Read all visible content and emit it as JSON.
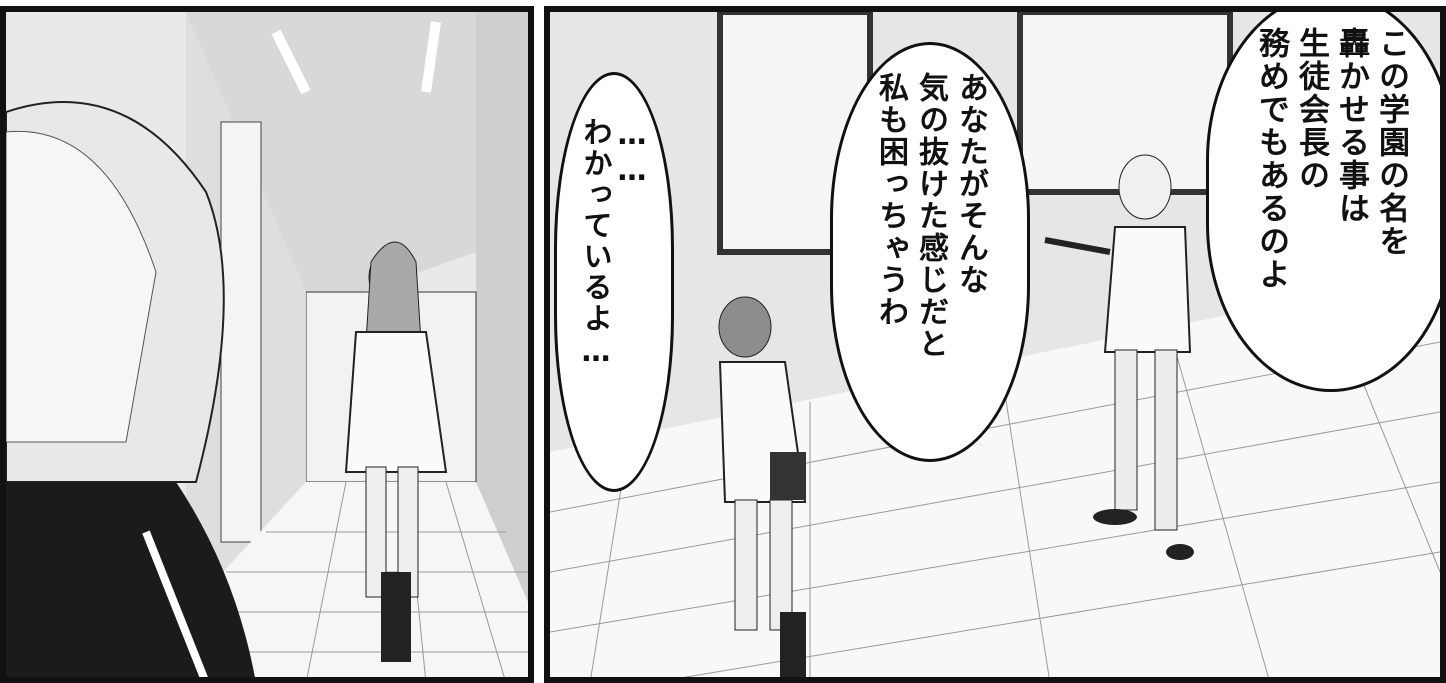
{
  "panels": [
    {
      "id": "left",
      "description_icons": [
        "hallway-background",
        "girl-foreground",
        "girl-walking-away"
      ]
    },
    {
      "id": "right",
      "bubbles": [
        {
          "lines": [
            "この学園の名を",
            "轟かせる事は",
            "生徒会長の",
            "務めでもあるのよ"
          ]
        },
        {
          "lines": [
            "あなたがそんな",
            "気の抜けた感じだと",
            "私も困っちゃうわ"
          ]
        },
        {
          "lines": [
            "……",
            "わかっているよ…"
          ]
        }
      ]
    }
  ],
  "colors": {
    "ink": "#111111",
    "paper": "#ffffff",
    "tone": "#e9e9e9"
  }
}
